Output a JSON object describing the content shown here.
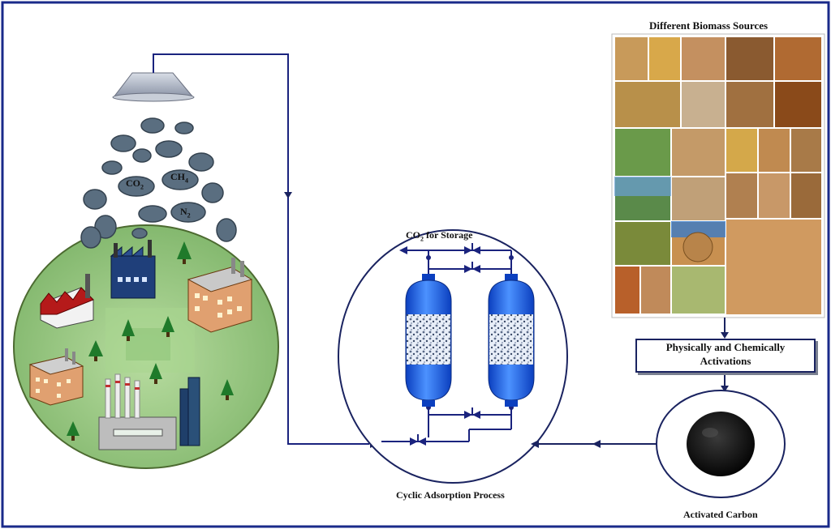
{
  "labels": {
    "biomass_sources": "Different Biomass Sources",
    "activation_line1": "Physically and Chemically",
    "activation_line2": "Activations",
    "cyclic_process": "Cyclic Adsorption Process",
    "activated_carbon": "Activated Carbon",
    "storage_text": "CO",
    "storage_sub": "2",
    "storage_rest": " for Storage"
  },
  "gases": {
    "co2": {
      "text": "CO",
      "sub": "2"
    },
    "ch4": {
      "text": "CH",
      "sub": "4"
    },
    "n2": {
      "text": "N",
      "sub": "2"
    }
  },
  "colors": {
    "frame": "#1a2a8a",
    "pipe": "#1a237e",
    "vessel": "#1e63e0",
    "flow_arrow": "#1a2360",
    "biomass_brown": "#a67a45",
    "industry_ground": "#9fcf86"
  }
}
